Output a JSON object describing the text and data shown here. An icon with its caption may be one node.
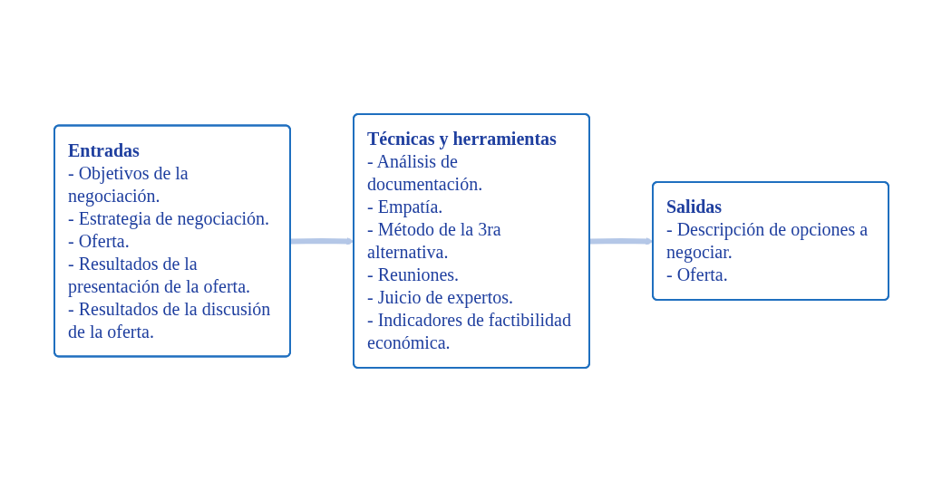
{
  "diagram": {
    "nodes": [
      {
        "text": [
          "Entradas",
          "- Objetivos de la negociación.",
          "- Estrategia de negociación.",
          "- Oferta.",
          "- Resultados de la presentación de la oferta.",
          "- Resultados de la discusión de la oferta."
        ]
      },
      {
        "text": [
          "Técnicas y herramientas",
          "- Análisis de documentación.",
          "- Empatía.",
          "- Método de la 3ra alternativa.",
          "- Reuniones.",
          "- Juicio de expertos.",
          "- Indicadores de factibilidad económica."
        ]
      },
      {
        "text": [
          "Salidas",
          "- Descripción de opciones a negociar.",
          "- Oferta."
        ]
      }
    ],
    "edges": [
      {
        "from": 0,
        "to": 1,
        "arrow": "to"
      },
      {
        "from": 1,
        "to": 2,
        "arrow": "to"
      }
    ]
  }
}
